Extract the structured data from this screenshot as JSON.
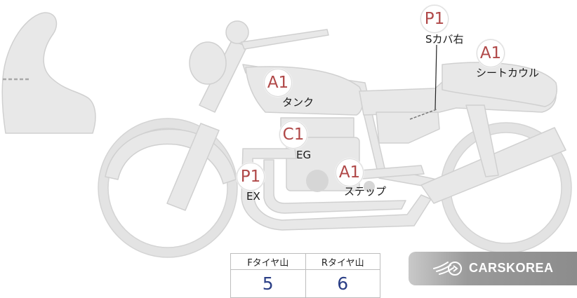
{
  "markers": [
    {
      "id": "sideCoverRight",
      "code": "P1",
      "label": "Sカバ右"
    },
    {
      "id": "seatCowl",
      "code": "A1",
      "label": "シートカウル"
    },
    {
      "id": "tank",
      "code": "A1",
      "label": "タンク"
    },
    {
      "id": "engine",
      "code": "C1",
      "label": "EG"
    },
    {
      "id": "exhaust",
      "code": "P1",
      "label": "EX"
    },
    {
      "id": "step",
      "code": "A1",
      "label": "ステップ"
    }
  ],
  "tire_table": {
    "headers": [
      "Fタイヤ山",
      "Rタイヤ山"
    ],
    "values": [
      "5",
      "6"
    ]
  },
  "watermark": {
    "text": "CARSKOREA"
  },
  "colors": {
    "marker": "#b04848",
    "body": "#e8e8e8",
    "outline": "#d2d2d2",
    "value": "#2b3f86"
  }
}
